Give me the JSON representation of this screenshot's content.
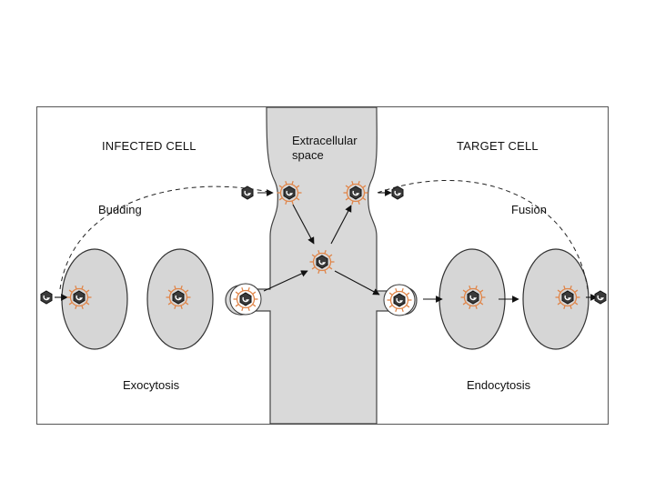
{
  "labels": {
    "infected_cell": "INFECTED CELL",
    "target_cell": "TARGET CELL",
    "extracellular_line1": "Extracellular",
    "extracellular_line2": "space",
    "budding": "Budding",
    "fusion": "Fusion",
    "exocytosis": "Exocytosis",
    "endocytosis": "Endocytosis"
  },
  "colors": {
    "frame": "#555555",
    "cell_fill": "#d6d6d6",
    "extracellular_fill": "#d9d9d9",
    "spike": "#e0864a",
    "virus_core": "#3a3a3a",
    "arrow": "#111111"
  }
}
